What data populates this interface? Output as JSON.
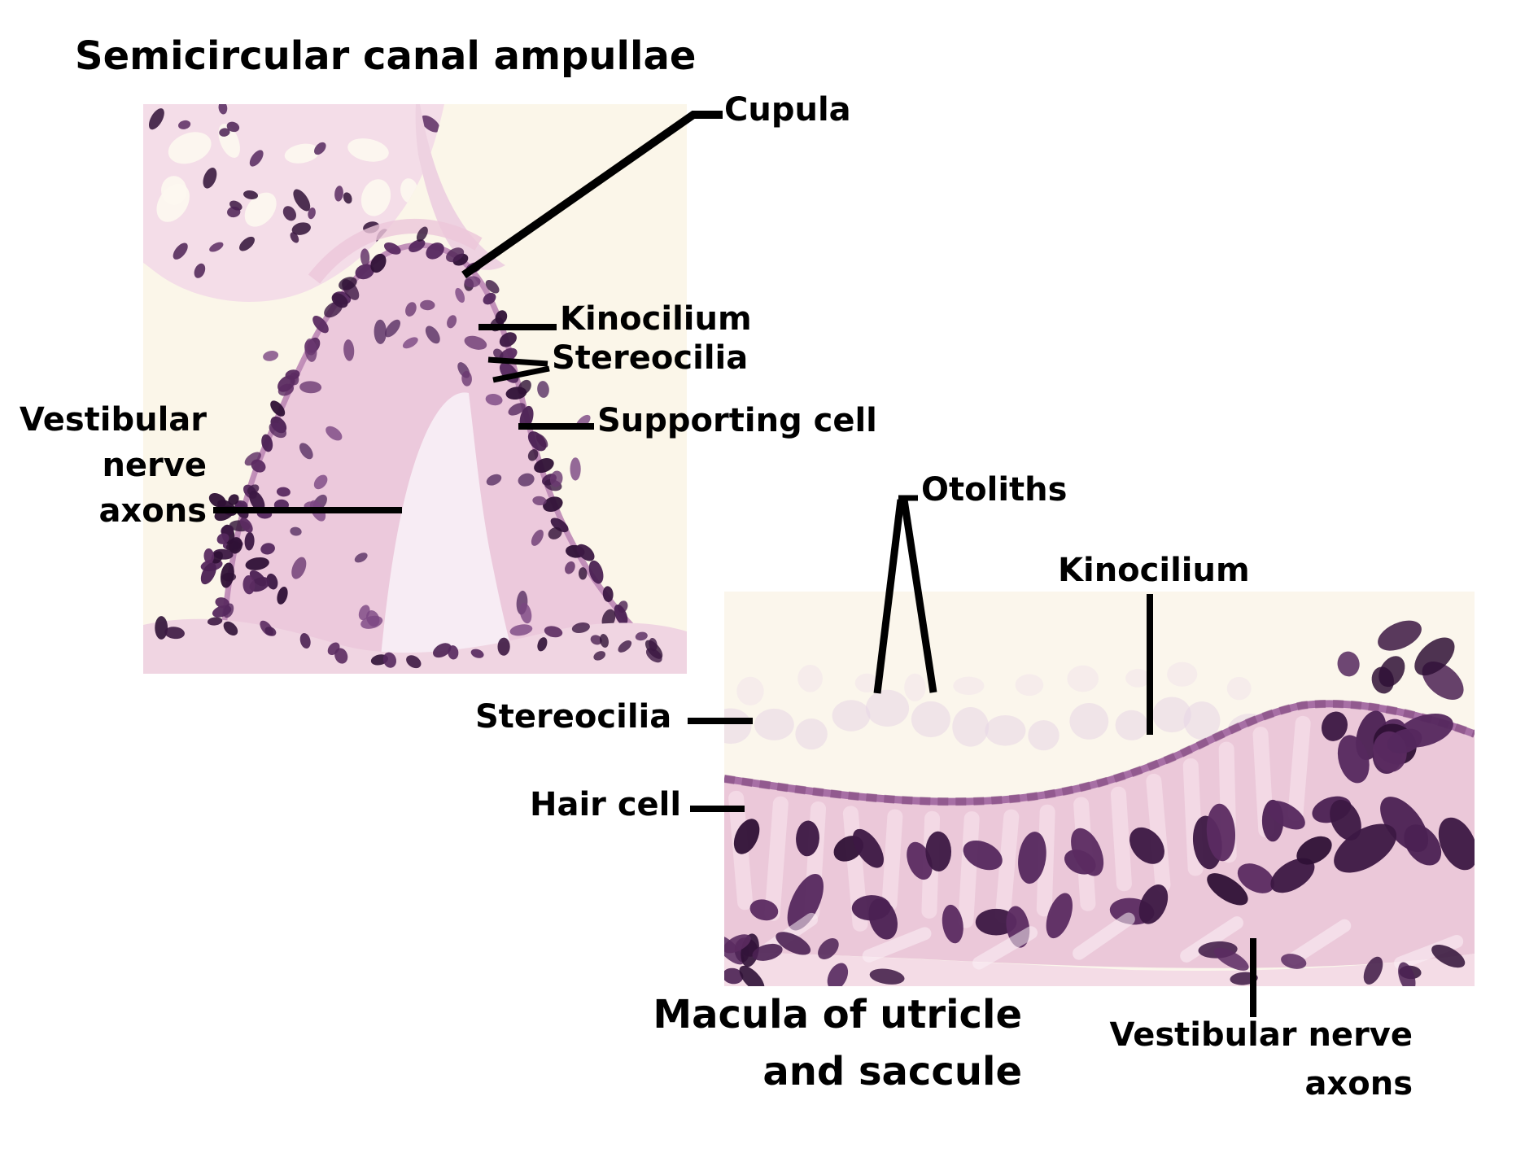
{
  "figure_title": "Semicircular canal ampullae",
  "ampulla_panel": {
    "name": "semicircular-canal-ampulla-micrograph",
    "labels": {
      "cupula": "Cupula",
      "kinocilium": "Kinocilium",
      "stereocilia": "Stereocilia",
      "supporting_cell": "Supporting cell",
      "vestibular_nerve_axons_line1": "Vestibular",
      "vestibular_nerve_axons_line2": "nerve",
      "vestibular_nerve_axons_line3": "axons"
    }
  },
  "macula_panel": {
    "name": "macula-of-utricle-and-saccule-micrograph",
    "caption_line1": "Macula of utricle",
    "caption_line2": "and saccule",
    "labels": {
      "otoliths": "Otoliths",
      "kinocilium": "Kinocilium",
      "stereocilia": "Stereocilia",
      "hair_cell": "Hair cell",
      "vestibular_nerve_axons_line1": "Vestibular nerve",
      "vestibular_nerve_axons_line2": "axons"
    }
  },
  "colors": {
    "page_background": "#ffffff",
    "label_text": "#000000",
    "leader_line": "#000000",
    "micrograph_background": "#fbf6e9",
    "tissue_pink": "#ecc9dc",
    "tissue_light_pink": "#f4dde8",
    "nucleus_dark_purple": "#4b2153",
    "membrane_mauve": "#a76fa5"
  }
}
